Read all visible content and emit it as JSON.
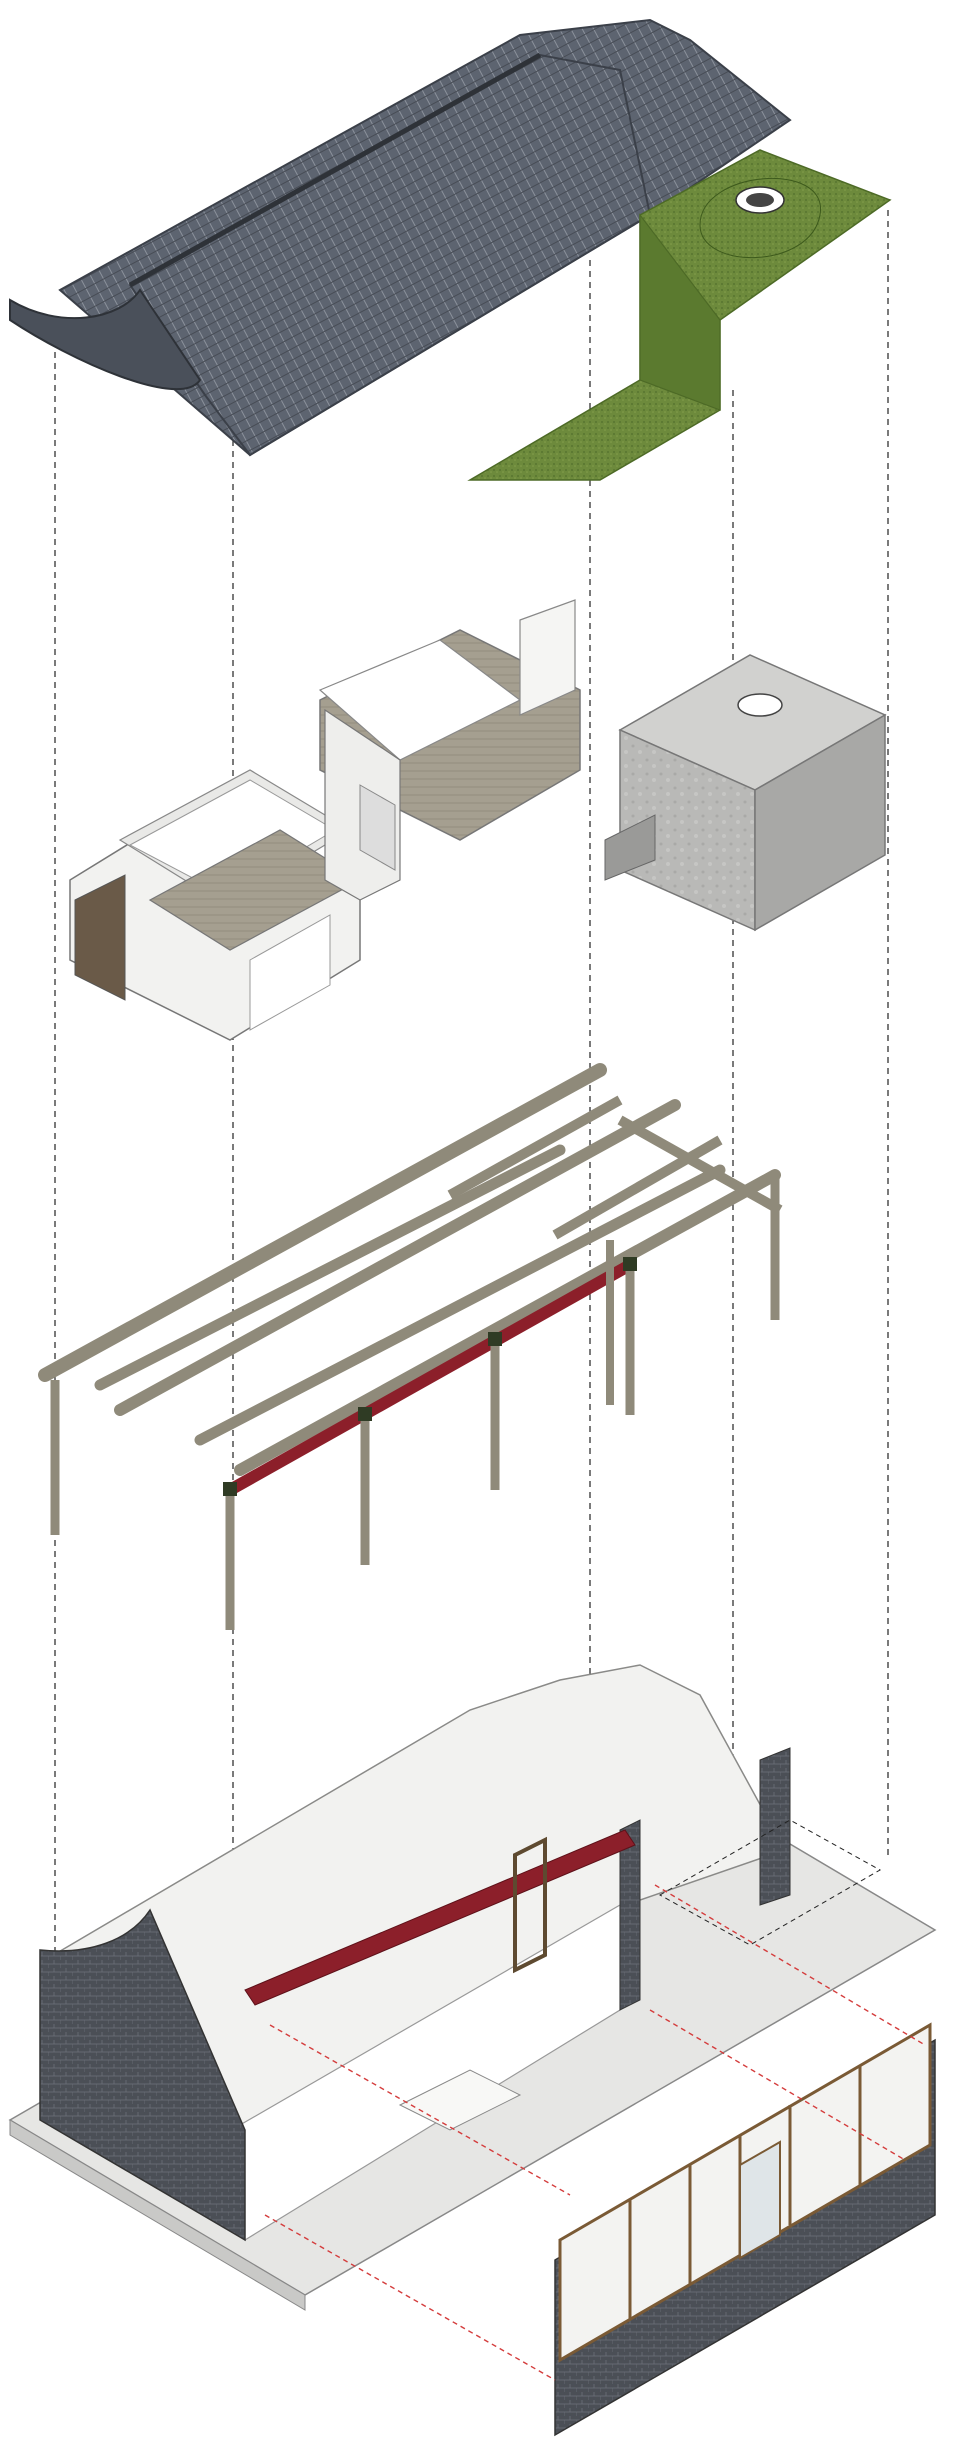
{
  "diagram": {
    "kind": "exploded axonometric",
    "layers": [
      {
        "id": "roof",
        "components": [
          "tiled-roof",
          "green-roof-patch"
        ]
      },
      {
        "id": "interior-units",
        "components": [
          "left-unit",
          "middle-unit",
          "concrete-box"
        ]
      },
      {
        "id": "timber-frame",
        "components": [
          "beams",
          "columns",
          "red-beam"
        ]
      },
      {
        "id": "base-house",
        "components": [
          "shell",
          "red-beam",
          "facade-panel"
        ]
      }
    ]
  },
  "colors": {
    "roof_tile": "#5d6470",
    "roof_edge": "#3b4049",
    "green_roof": "#6d8a3c",
    "concrete": "#b9b9b7",
    "white_wall": "#f2f2f0",
    "timber": "#8f8a7a",
    "red_beam": "#8c1f2a",
    "brick_dark": "#4b4f56",
    "floor": "#e6e6e4",
    "window_frame": "#7a5a35",
    "guide_black": "#222222",
    "guide_red": "#d43c3c"
  }
}
